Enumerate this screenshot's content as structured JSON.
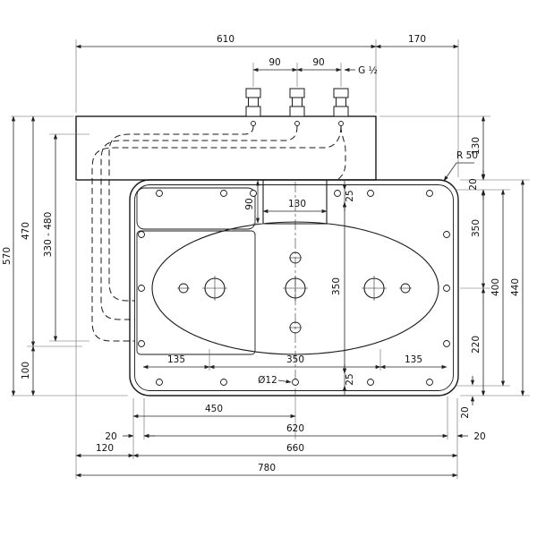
{
  "drawing": {
    "type": "technical-dimension-drawing",
    "dims": {
      "d610": "610",
      "d170": "170",
      "d90_left": "90",
      "d90_right": "90",
      "g_thread": "G ½",
      "d130_right": "130",
      "r50": "R 50",
      "d20_upper_right": "20",
      "d350_right": "350",
      "d220_right": "220",
      "d20_lower_right": "20",
      "d400": "400",
      "d440": "440",
      "d570": "570",
      "d470": "470",
      "d330_480": "330 - 480",
      "d100": "100",
      "d90_cutout": "90",
      "d130_cutout": "130",
      "d25_upper": "25",
      "d350_inner": "350",
      "d25_lower": "25",
      "dia12": "Ø12",
      "d135_left": "135",
      "d350_holes": "350",
      "d135_right": "135",
      "d450": "450",
      "d20_bottom_left": "20",
      "d620": "620",
      "d20_bottom_right": "20",
      "d120": "120",
      "d660": "660",
      "d780": "780"
    }
  }
}
